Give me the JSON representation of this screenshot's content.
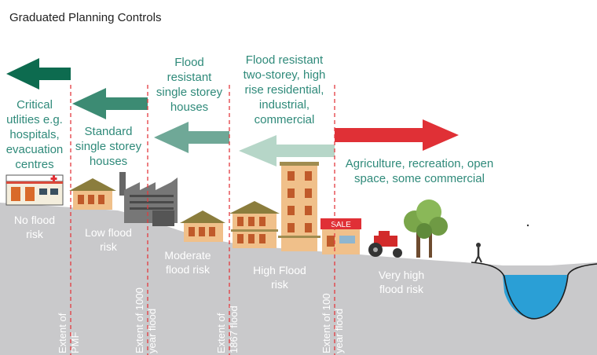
{
  "title": "Graduated Planning Controls",
  "uses": {
    "critical": [
      "Critical",
      "utlities e.g.",
      "hospitals,",
      "evacuation",
      "centres"
    ],
    "standard": [
      "Standard",
      "single storey",
      "houses"
    ],
    "flood_resistant_single": [
      "Flood",
      "resistant",
      "single storey",
      "houses"
    ],
    "flood_resistant_multi": [
      "Flood resistant",
      "two-storey, high",
      "rise residential,",
      "industrial,",
      "commercial"
    ],
    "agriculture": [
      "Agriculture, recreation, open",
      "space, some commercial"
    ]
  },
  "risk_zones": {
    "no": [
      "No flood",
      "risk"
    ],
    "low": [
      "Low flood",
      "risk"
    ],
    "moderate": [
      "Moderate",
      "flood risk"
    ],
    "high": [
      "High Flood",
      "risk"
    ],
    "very_high": [
      "Very high",
      "flood risk"
    ]
  },
  "extents": {
    "pmf": [
      "Extent of",
      "PMF"
    ],
    "y1000": [
      "Extent of 1000",
      "year flood"
    ],
    "y1867": [
      "Extent of",
      "1867 flood"
    ],
    "y100": [
      "Extent of 100",
      "year flood"
    ]
  },
  "sign_text": "SALE",
  "colors": {
    "ground": "#c9c9cb",
    "water": "#2a9fd6",
    "text_green": "#2f8a7a",
    "arrow_dark_green": "#0d6b4f",
    "arrow_green_2": "#3c8b73",
    "arrow_green_3": "#6fa897",
    "arrow_pale_green": "#b6d6c8",
    "arrow_red": "#e03036",
    "boundary_line": "#e33a3f"
  }
}
